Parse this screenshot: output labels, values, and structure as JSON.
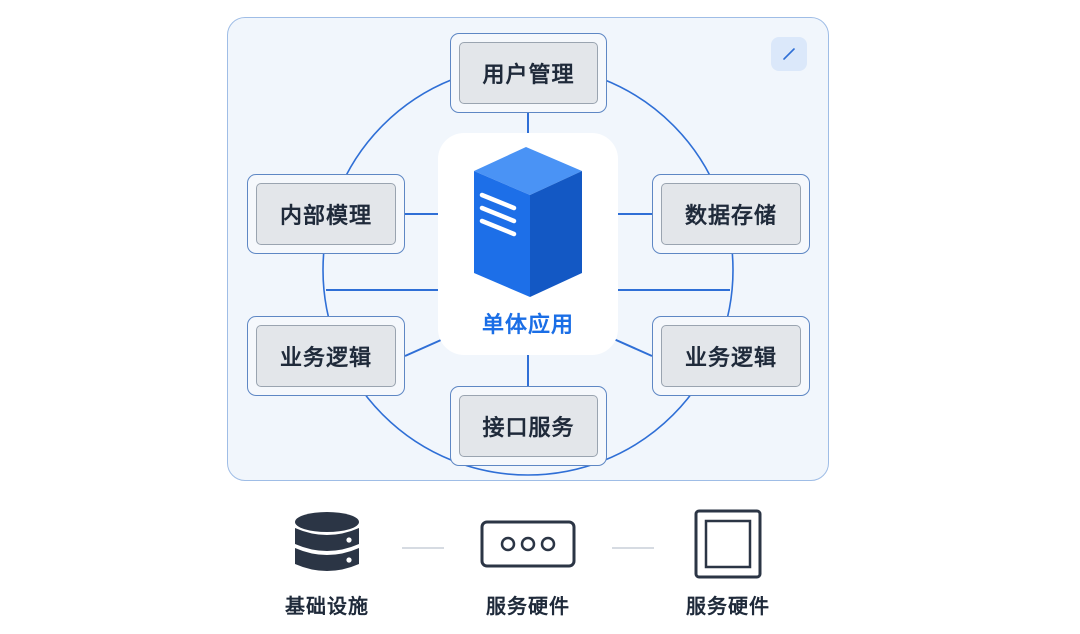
{
  "diagram": {
    "center": {
      "label": "单体应用",
      "icon": "server-cube-icon"
    },
    "modules": {
      "top": "用户管理",
      "left_upper": "内部模理",
      "right_upper": "数据存储",
      "left_lower": "业务逻辑",
      "right_lower": "业务逻辑",
      "bottom": "接口服务"
    },
    "edit_icon": "pencil-icon"
  },
  "infrastructure": [
    {
      "label": "基础设施",
      "icon": "database-icon"
    },
    {
      "label": "服务硬件",
      "icon": "hardware-panel-icon"
    },
    {
      "label": "服务硬件",
      "icon": "square-frame-icon"
    }
  ],
  "colors": {
    "accent": "#1a6ee6",
    "line": "#2f6fd6",
    "panel": "#f1f6fc",
    "node_border": "#5e87c4",
    "node_fill": "#e3e6ea",
    "text": "#1f2a3a"
  }
}
